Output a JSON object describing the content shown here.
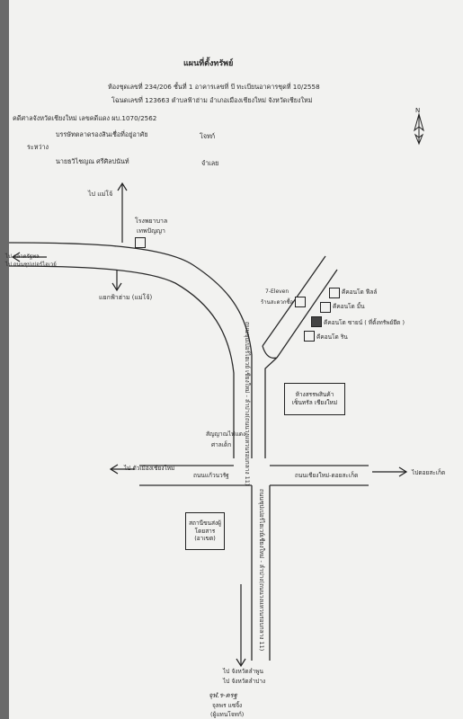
{
  "document": {
    "title": "แผนที่ตั้งทรัพย์",
    "header_lines": [
      "ห้องชุดเลขที่ 234/206 ชั้นที่ 1 อาคารเลขที่ บี ทะเบียนอาคารชุดที่ 10/2558",
      "โฉนดเลขที่ 123663 ตำบลฟ้าฮ่าม อำเภอเมืองเชียงใหม่ จังหวัดเชียงใหม่"
    ],
    "case_line": "คดีศาลจังหวัดเชียงใหม่ เลขคดีแดง ผบ.1070/2562",
    "plaintiff": "บรรษัทตลาดรองสินเชื่อที่อยู่อาศัย",
    "plaintiff_role": "โจทก์",
    "between_label": "ระหว่าง",
    "defendant": "นายธวิไชญณ  ศรีศิลปนันท์",
    "defendant_role": "จำเลย"
  },
  "compass": {
    "label": "N"
  },
  "map": {
    "labels": {
      "to_mae_jo": "ไป แม่โจ้",
      "hospital_line1": "โรงพยาบาล",
      "hospital_line2": "เทพปัญญา",
      "left_top1": "ไป ตลาดรัฐพล",
      "left_top2": "ไป ถนนซุปเปอร์ไฮเวย์",
      "fah_ham_junction": "แยกฟ้าฮ่าม (แม่โจ้)",
      "seven_eleven1": "7-Eleven",
      "seven_eleven2": "ร้านสะดวกซื้อ",
      "condo_feel": "คีคอนโด ฟีลล์",
      "condo_mint": "คีคอนโด มิ้น",
      "condo_subject": "คีคอนโด ซายน์ ( ที่ตั้งทรัพย์ยึด )",
      "condo_rin": "คีคอนโด ริน",
      "mall_line1": "ห้างสรรพสินค้า",
      "mall_line2": "เซ็นทรัล เชียงใหม่",
      "road_superhighway_upper": "ถนนซุปเปอร์ไฮเวย์ เชียงใหม่ - ลำปาง(ถนนวงแหวนรอบกลาง 11)",
      "road_superhighway_lower": "ถนนซุปเปอร์ไฮเวย์เชียงใหม่ - ลำปาง(ถนนวงแหวนรอบกลาง 11)",
      "signal1": "สัญญาณไฟแดง",
      "signal2": "ศาลเด็ก",
      "to_city": "ไป ตัวเมืองเชียงใหม่",
      "road_kaew_nawarat": "ถนนแก้วนวรัฐ",
      "road_cm_dsk": "ถนนเชียงใหม่-ดอยสะเก็ด",
      "to_doi_saket": "ไปดอยสะเก็ด",
      "station1": "สถานีขนส่งผู้",
      "station2": "โดยสาร",
      "station3": "(อาเขต)",
      "to_lamphun": "ไป จังหวัดลำพูน",
      "to_lampang": "ไป จังหวัดลำปาง"
    }
  },
  "signature": {
    "mark": "จุฬ.ร-ครฐ",
    "name": "จุลพร แซจิ้ง",
    "role": "(ผู้แทนโจทก์)"
  }
}
